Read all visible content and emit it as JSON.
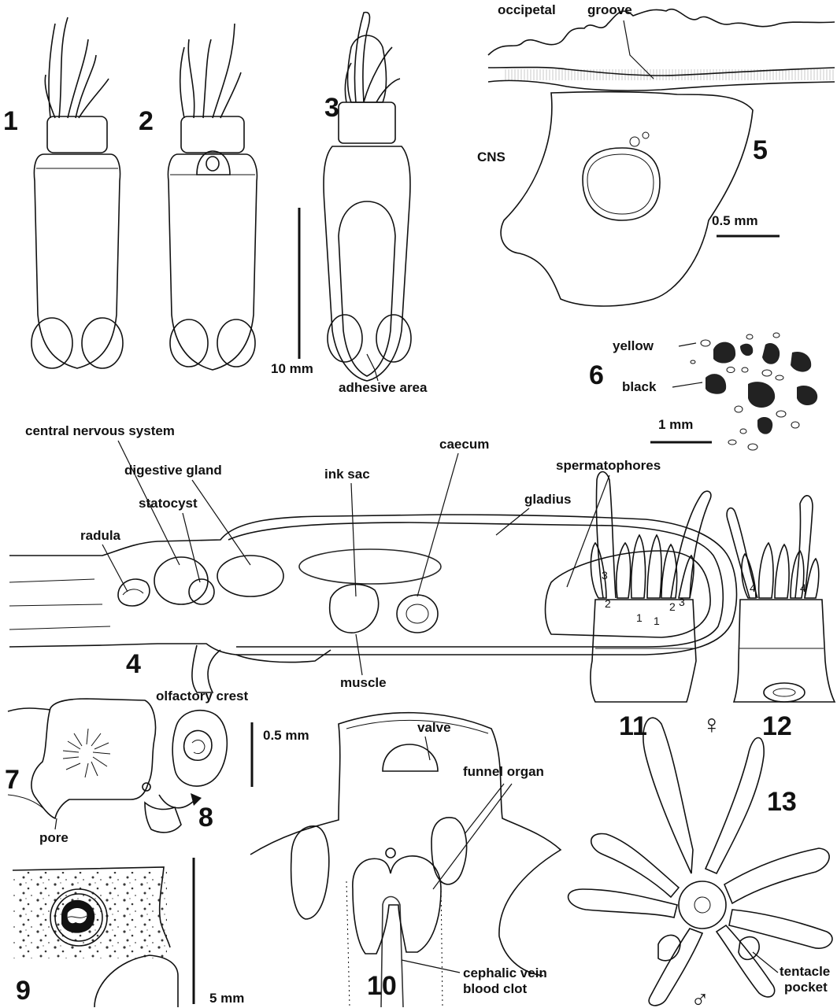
{
  "figures": {
    "f1": "1",
    "f2": "2",
    "f3": "3",
    "f4": "4",
    "f5": "5",
    "f6": "6",
    "f7": "7",
    "f8": "8",
    "f9": "9",
    "f10": "10",
    "f11": "11",
    "f12": "12",
    "f13": "13"
  },
  "labels": {
    "occipital": "occipetal",
    "groove": "groove",
    "cns": "CNS",
    "adhesive_area": "adhesive area",
    "yellow": "yellow",
    "black": "black",
    "central_nervous_system": "central nervous system",
    "digestive_gland": "digestive gland",
    "statocyst": "statocyst",
    "radula": "radula",
    "ink_sac": "ink sac",
    "caecum": "caecum",
    "spermatophores": "spermatophores",
    "gladius": "gladius",
    "muscle": "muscle",
    "olfactory_crest": "olfactory crest",
    "pore": "pore",
    "valve": "valve",
    "funnel_organ": "funnel organ",
    "cephalic_vein": "cephalic vein",
    "blood_clot": "blood clot",
    "tentacle": "tentacle",
    "pocket": "pocket"
  },
  "scale_bars": {
    "s_10mm": "10 mm",
    "s_05mm_a": "0.5 mm",
    "s_1mm": "1 mm",
    "s_05mm_b": "0.5 mm",
    "s_5mm": "5 mm"
  },
  "arm_numbers": {
    "one": "1",
    "two": "2",
    "three": "3",
    "four": "4"
  },
  "sex_symbols": {
    "female": "♀",
    "male": "♂"
  }
}
